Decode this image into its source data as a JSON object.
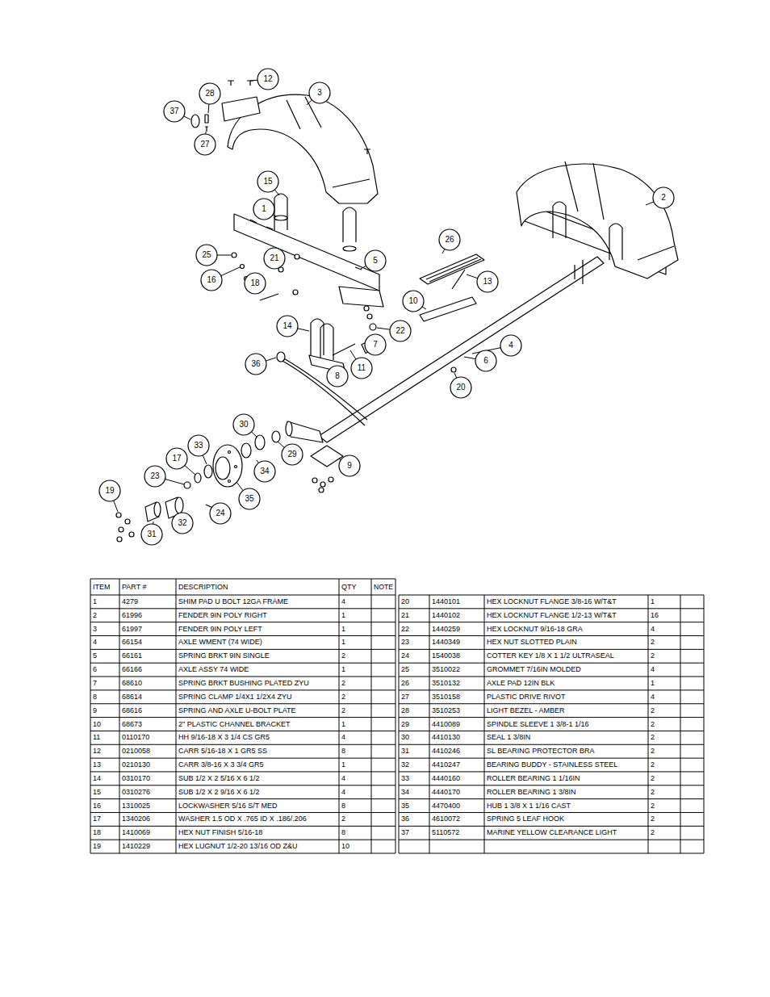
{
  "diagram": {
    "labels": [
      "12",
      "28",
      "3",
      "37",
      "27",
      "15",
      "1",
      "2",
      "26",
      "25",
      "21",
      "5",
      "16",
      "18",
      "13",
      "10",
      "14",
      "22",
      "7",
      "4",
      "6",
      "36",
      "11",
      "8",
      "20",
      "30",
      "33",
      "29",
      "17",
      "9",
      "23",
      "34",
      "35",
      "24",
      "19",
      "32",
      "31",
      "ITEM",
      "PART #",
      "DESCRIPTION",
      "QTY",
      "NOTE",
      "1",
      "4279",
      "SHIM PAD U BOLT 12GA FRAME",
      "4",
      "2",
      "61996",
      "FENDER 9IN POLY RIGHT",
      "1",
      "3",
      "61997",
      "FENDER 9IN POLY LEFT",
      "1",
      "4",
      "66154",
      "AXLE WMENT (74 WIDE)",
      "1",
      "5",
      "66161",
      "SPRING BRKT 9IN SINGLE",
      "2",
      "6",
      "66166",
      "AXLE ASSY 74 WIDE",
      "1",
      "7",
      "68610",
      "SPRING BRKT BUSHING PLATED ZYU",
      "2",
      "8",
      "68614",
      "SPRING CLAMP 1/4X1 1/2X4 ZYU",
      "2",
      "9",
      "68616",
      "SPRING AND AXLE U-BOLT PLATE",
      "2",
      "10",
      "68673",
      "2\" PLASTIC CHANNEL BRACKET",
      "1",
      "11",
      "0110170",
      "HH 9/16-18 X 3 1/4 CS GR5",
      "4",
      "12",
      "0210058",
      "CARR 5/16-18 X 1 GR5 SS",
      "8",
      "13",
      "0210130",
      "CARR 3/8-16 X 3 3/4 GR5",
      "1",
      "14",
      "0310170",
      "SUB 1/2 X 2 5/16 X 6 1/2",
      "4",
      "15",
      "0310276",
      "SUB 1/2 X 2 9/16 X 6 1/2",
      "4",
      "16",
      "1310025",
      "LOCKWASHER 5/16 S/T MED",
      "8",
      "17",
      "1340206",
      "WASHER 1.5 OD X .765 ID X .186/.206",
      "2",
      "18",
      "1410069",
      "HEX NUT FINISH 5/16-18",
      "8",
      "19",
      "1410229",
      "HEX LUGNUT 1/2-20 13/16 OD Z&U",
      "10",
      "20",
      "1440101",
      "HEX LOCKNUT FLANGE 3/8-16 W/T&T",
      "1",
      "21",
      "1440102",
      "HEX LOCKNUT FLANGE 1/2-13 W/T&T",
      "16",
      "22",
      "1440259",
      "HEX LOCKNUT 9/16-18 GRA",
      "4",
      "23",
      "1440349",
      "HEX NUT SLOTTED PLAIN",
      "2",
      "24",
      "1540038",
      "COTTER KEY 1/8 X 1 1/2 ULTRASEAL",
      "2",
      "25",
      "3510022",
      "GROMMET 7/16IN MOLDED",
      "4",
      "26",
      "3510132",
      "AXLE PAD 12IN BLK",
      "1",
      "27",
      "3510158",
      "PLASTIC DRIVE RIVOT",
      "4",
      "28",
      "3510253",
      "LIGHT BEZEL - AMBER",
      "2",
      "29",
      "4410089",
      "SPINDLE SLEEVE 1 3/8-1 1/16",
      "2",
      "30",
      "4410130",
      "SEAL 1 3/8IN",
      "2",
      "31",
      "4410246",
      "SL BEARING PROTECTOR BRA",
      "2",
      "32",
      "4410247",
      "BEARING BUDDY - STAINLESS STEEL",
      "2",
      "33",
      "4440160",
      "ROLLER BEARING 1 1/16IN",
      "2",
      "34",
      "4440170",
      "ROLLER BEARING 1 3/8IN",
      "2",
      "35",
      "4470400",
      "HUB 1 3/8 X 1 1/16 CAST",
      "2",
      "36",
      "4610072",
      "SPRING 5 LEAF HOOK",
      "2",
      "37",
      "5110572",
      "MARINE YELLOW CLEARANCE LIGHT",
      "2"
    ]
  }
}
